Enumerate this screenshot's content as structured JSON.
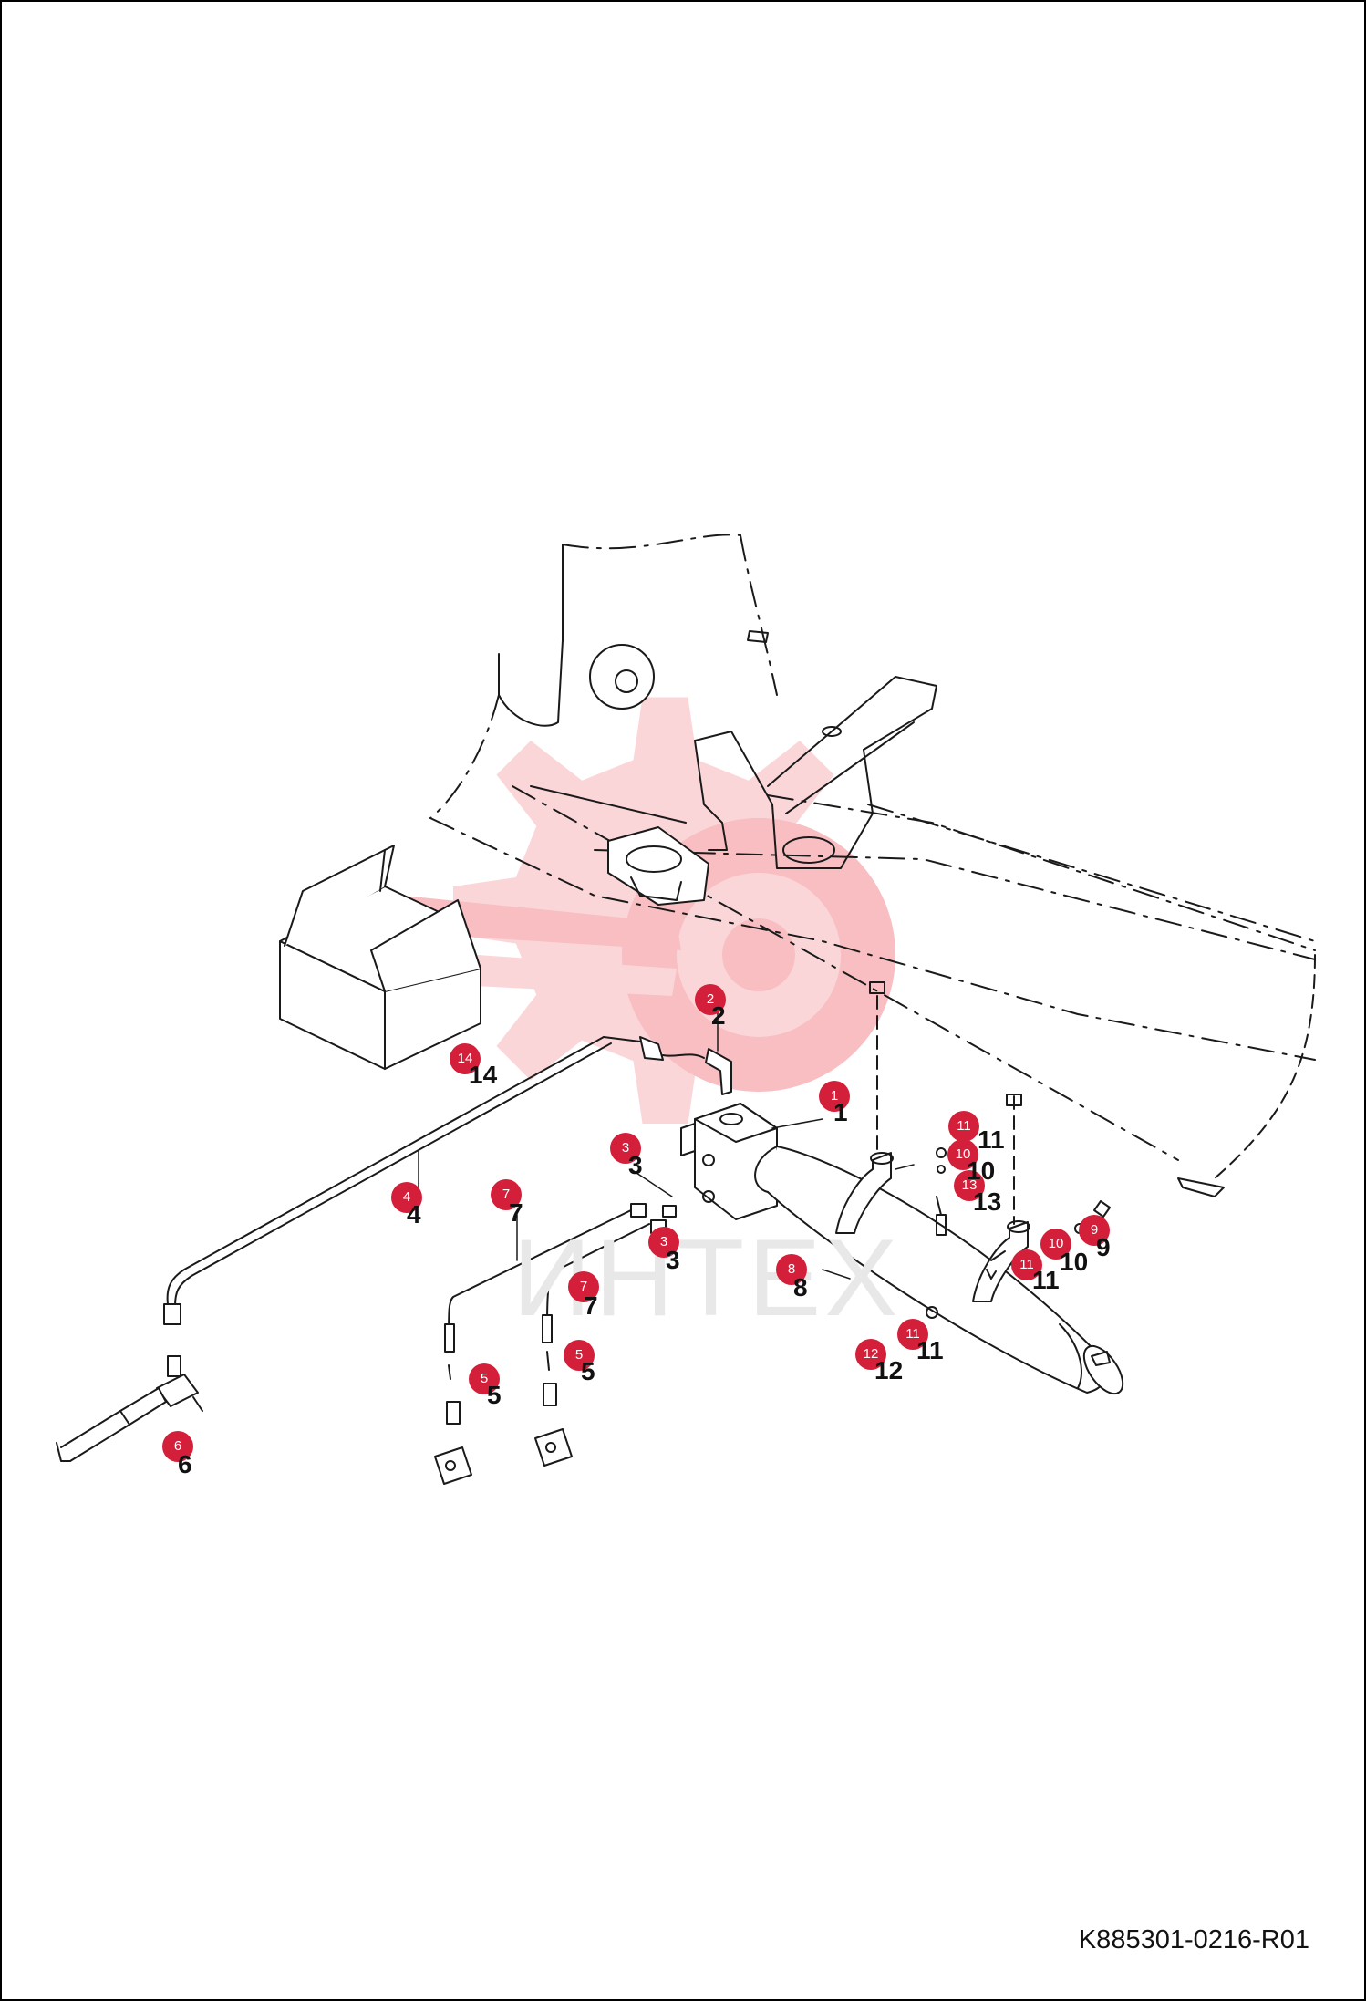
{
  "document_id": "K885301-0216-R01",
  "watermark": {
    "text": "ИНТЕХ",
    "color": "#f6a3a8"
  },
  "accent_color": "#d41f3a",
  "callouts": [
    "1",
    "2",
    "3",
    "3",
    "4",
    "5",
    "5",
    "6",
    "7",
    "7",
    "8",
    "9",
    "10",
    "10",
    "11",
    "11",
    "11",
    "12",
    "13",
    "14"
  ],
  "part_numbers": [
    "1",
    "2",
    "3",
    "3",
    "4",
    "5",
    "5",
    "6",
    "7",
    "7",
    "8",
    "9",
    "10",
    "10",
    "11",
    "11",
    "11",
    "12",
    "13",
    "14"
  ]
}
